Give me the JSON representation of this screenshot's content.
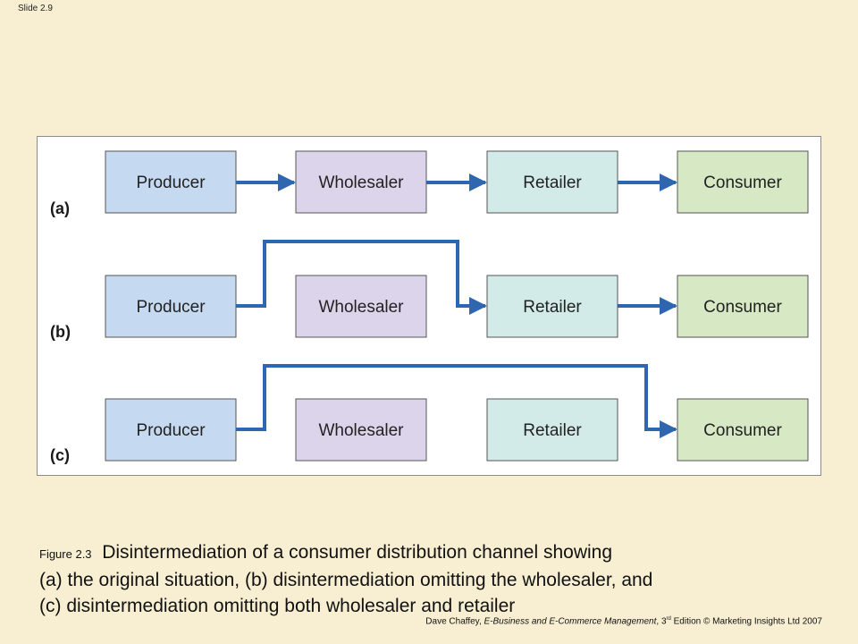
{
  "slide_number": "Slide 2.9",
  "diagram": {
    "rows": [
      {
        "label": "(a)",
        "boxes": [
          {
            "text": "Producer",
            "color": "#c5d9f1"
          },
          {
            "text": "Wholesaler",
            "color": "#dcd4ea"
          },
          {
            "text": "Retailer",
            "color": "#d2ebe8"
          },
          {
            "text": "Consumer",
            "color": "#d6e8c4"
          }
        ]
      },
      {
        "label": "(b)",
        "boxes": [
          {
            "text": "Producer",
            "color": "#c5d9f1"
          },
          {
            "text": "Wholesaler",
            "color": "#dcd4ea"
          },
          {
            "text": "Retailer",
            "color": "#d2ebe8"
          },
          {
            "text": "Consumer",
            "color": "#d6e8c4"
          }
        ]
      },
      {
        "label": "(c)",
        "boxes": [
          {
            "text": "Producer",
            "color": "#c5d9f1"
          },
          {
            "text": "Wholesaler",
            "color": "#dcd4ea"
          },
          {
            "text": "Retailer",
            "color": "#d2ebe8"
          },
          {
            "text": "Consumer",
            "color": "#d6e8c4"
          }
        ]
      }
    ],
    "arrow_color": "#2f66b0"
  },
  "caption": {
    "figure_ref": "Figure 2.3",
    "line1": "Disintermediation of a consumer distribution channel showing",
    "line2": "(a) the original situation, (b) disintermediation omitting the wholesaler, and",
    "line3": "(c) disintermediation omitting both wholesaler and retailer"
  },
  "footer": {
    "author": "Dave Chaffey, ",
    "book_title": "E-Business and E-Commerce Management",
    "edition_number": ", 3",
    "edition_suffix": "rd",
    "rest": " Edition © Marketing Insights Ltd 2007"
  }
}
